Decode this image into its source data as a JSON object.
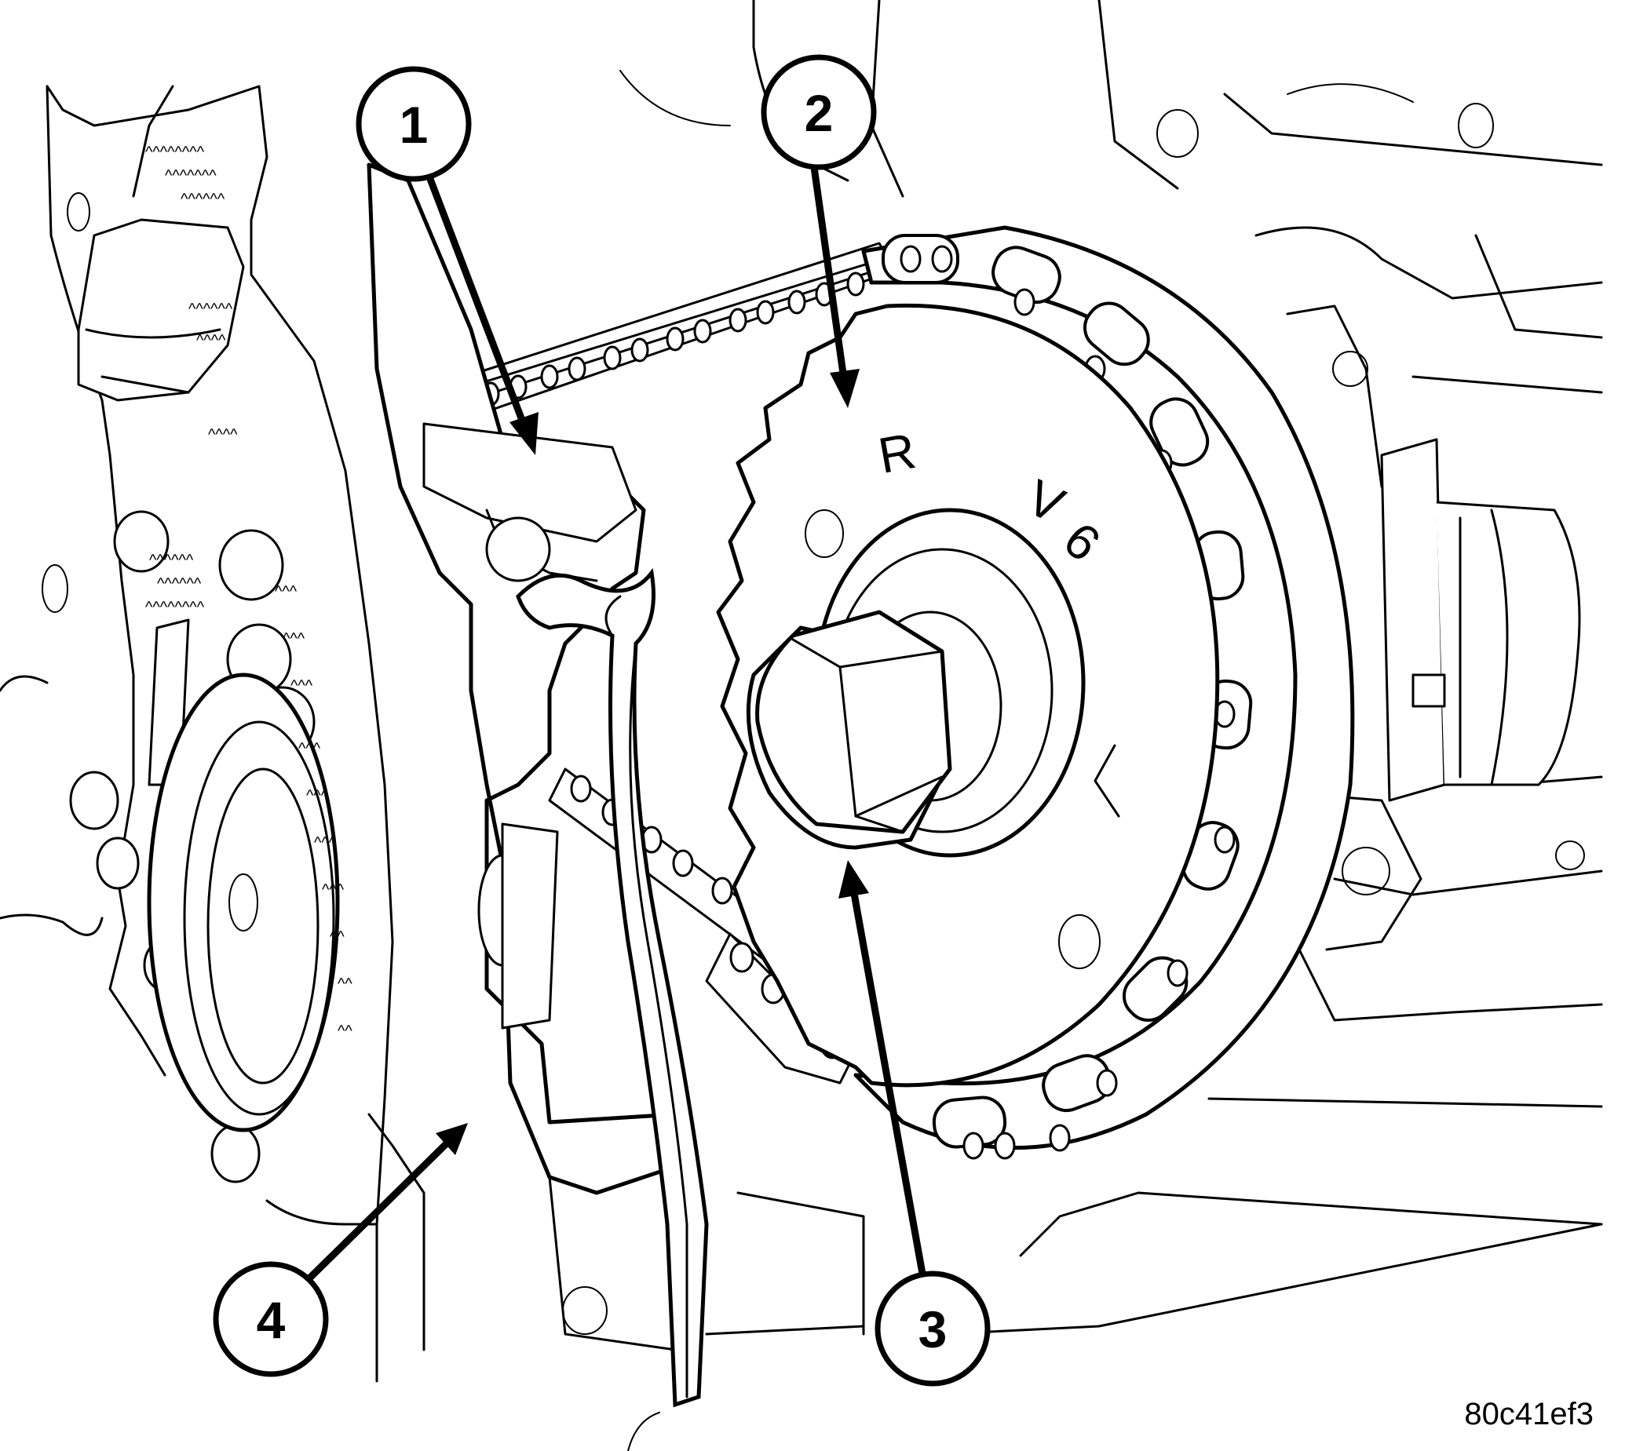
{
  "callouts": [
    {
      "id": "1",
      "label": "1"
    },
    {
      "id": "2",
      "label": "2"
    },
    {
      "id": "3",
      "label": "3"
    },
    {
      "id": "4",
      "label": "4"
    }
  ],
  "sprocket_marks": [
    "R",
    "V",
    "6"
  ],
  "figure_id": "80c41ef3"
}
